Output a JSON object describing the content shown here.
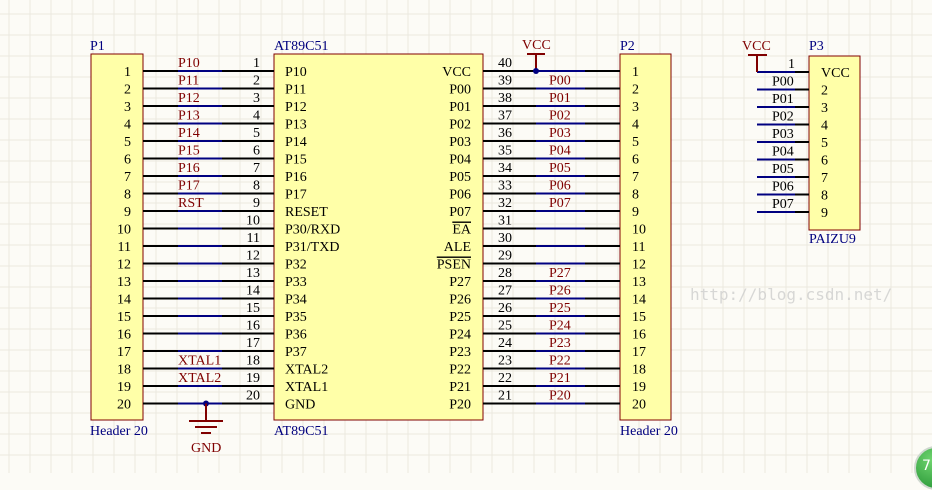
{
  "watermark": "http://blog.csdn.net/",
  "p1": {
    "designator": "P1",
    "comment": "Header 20",
    "pins": [
      "1",
      "2",
      "3",
      "4",
      "5",
      "6",
      "7",
      "8",
      "9",
      "10",
      "11",
      "12",
      "13",
      "14",
      "15",
      "16",
      "17",
      "18",
      "19",
      "20"
    ]
  },
  "p2": {
    "designator": "P2",
    "comment": "Header 20",
    "pins": [
      "1",
      "2",
      "3",
      "4",
      "5",
      "6",
      "7",
      "8",
      "9",
      "10",
      "11",
      "12",
      "13",
      "14",
      "15",
      "16",
      "17",
      "18",
      "19",
      "20"
    ]
  },
  "u1": {
    "designator": "AT89C51",
    "comment": "AT89C51",
    "left_pins": [
      {
        "num": "1",
        "name": "P10",
        "net": "P10"
      },
      {
        "num": "2",
        "name": "P11",
        "net": "P11"
      },
      {
        "num": "3",
        "name": "P12",
        "net": "P12"
      },
      {
        "num": "4",
        "name": "P13",
        "net": "P13"
      },
      {
        "num": "5",
        "name": "P14",
        "net": "P14"
      },
      {
        "num": "6",
        "name": "P15",
        "net": "P15"
      },
      {
        "num": "7",
        "name": "P16",
        "net": "P16"
      },
      {
        "num": "8",
        "name": "P17",
        "net": "P17"
      },
      {
        "num": "9",
        "name": "RESET",
        "net": "RST"
      },
      {
        "num": "10",
        "name": "P30/RXD",
        "net": ""
      },
      {
        "num": "11",
        "name": "P31/TXD",
        "net": ""
      },
      {
        "num": "12",
        "name": "P32",
        "net": ""
      },
      {
        "num": "13",
        "name": "P33",
        "net": ""
      },
      {
        "num": "14",
        "name": "P34",
        "net": ""
      },
      {
        "num": "15",
        "name": "P35",
        "net": ""
      },
      {
        "num": "16",
        "name": "P36",
        "net": ""
      },
      {
        "num": "17",
        "name": "P37",
        "net": ""
      },
      {
        "num": "18",
        "name": "XTAL2",
        "net": "XTAL1"
      },
      {
        "num": "19",
        "name": "XTAL1",
        "net": "XTAL2"
      },
      {
        "num": "20",
        "name": "GND",
        "net": ""
      }
    ],
    "right_pins": [
      {
        "num": "40",
        "name": "VCC",
        "net": ""
      },
      {
        "num": "39",
        "name": "P00",
        "net": "P00"
      },
      {
        "num": "38",
        "name": "P01",
        "net": "P01"
      },
      {
        "num": "37",
        "name": "P02",
        "net": "P02"
      },
      {
        "num": "36",
        "name": "P03",
        "net": "P03"
      },
      {
        "num": "35",
        "name": "P04",
        "net": "P04"
      },
      {
        "num": "34",
        "name": "P05",
        "net": "P05"
      },
      {
        "num": "33",
        "name": "P06",
        "net": "P06"
      },
      {
        "num": "32",
        "name": "P07",
        "net": "P07"
      },
      {
        "num": "31",
        "name": "EA",
        "net": "",
        "overbar": true
      },
      {
        "num": "30",
        "name": "ALE",
        "net": ""
      },
      {
        "num": "29",
        "name": "PSEN",
        "net": "",
        "overbar": true
      },
      {
        "num": "28",
        "name": "P27",
        "net": "P27"
      },
      {
        "num": "27",
        "name": "P26",
        "net": "P26"
      },
      {
        "num": "26",
        "name": "P25",
        "net": "P25"
      },
      {
        "num": "25",
        "name": "P24",
        "net": "P24"
      },
      {
        "num": "24",
        "name": "P23",
        "net": "P23"
      },
      {
        "num": "23",
        "name": "P22",
        "net": "P22"
      },
      {
        "num": "22",
        "name": "P21",
        "net": "P21"
      },
      {
        "num": "21",
        "name": "P20",
        "net": "P20"
      }
    ]
  },
  "p3": {
    "designator": "P3",
    "comment": "PAIZU9",
    "pin1_num": "1",
    "pins": [
      {
        "name": "VCC",
        "net": ""
      },
      {
        "name": "2",
        "net": "P00"
      },
      {
        "name": "3",
        "net": "P01"
      },
      {
        "name": "4",
        "net": "P02"
      },
      {
        "name": "5",
        "net": "P03"
      },
      {
        "name": "6",
        "net": "P04"
      },
      {
        "name": "7",
        "net": "P05"
      },
      {
        "name": "8",
        "net": "P06"
      },
      {
        "name": "9",
        "net": "P07"
      }
    ]
  },
  "power": {
    "vcc_u1": "VCC",
    "vcc_p3": "VCC",
    "gnd": "GND"
  },
  "badge": "7",
  "colors": {
    "box_fill": "#ffffa8",
    "box_border": "#800000",
    "wire": "#000000",
    "net_wire": "#000080",
    "net_label": "#800000",
    "designator": "#000080"
  }
}
